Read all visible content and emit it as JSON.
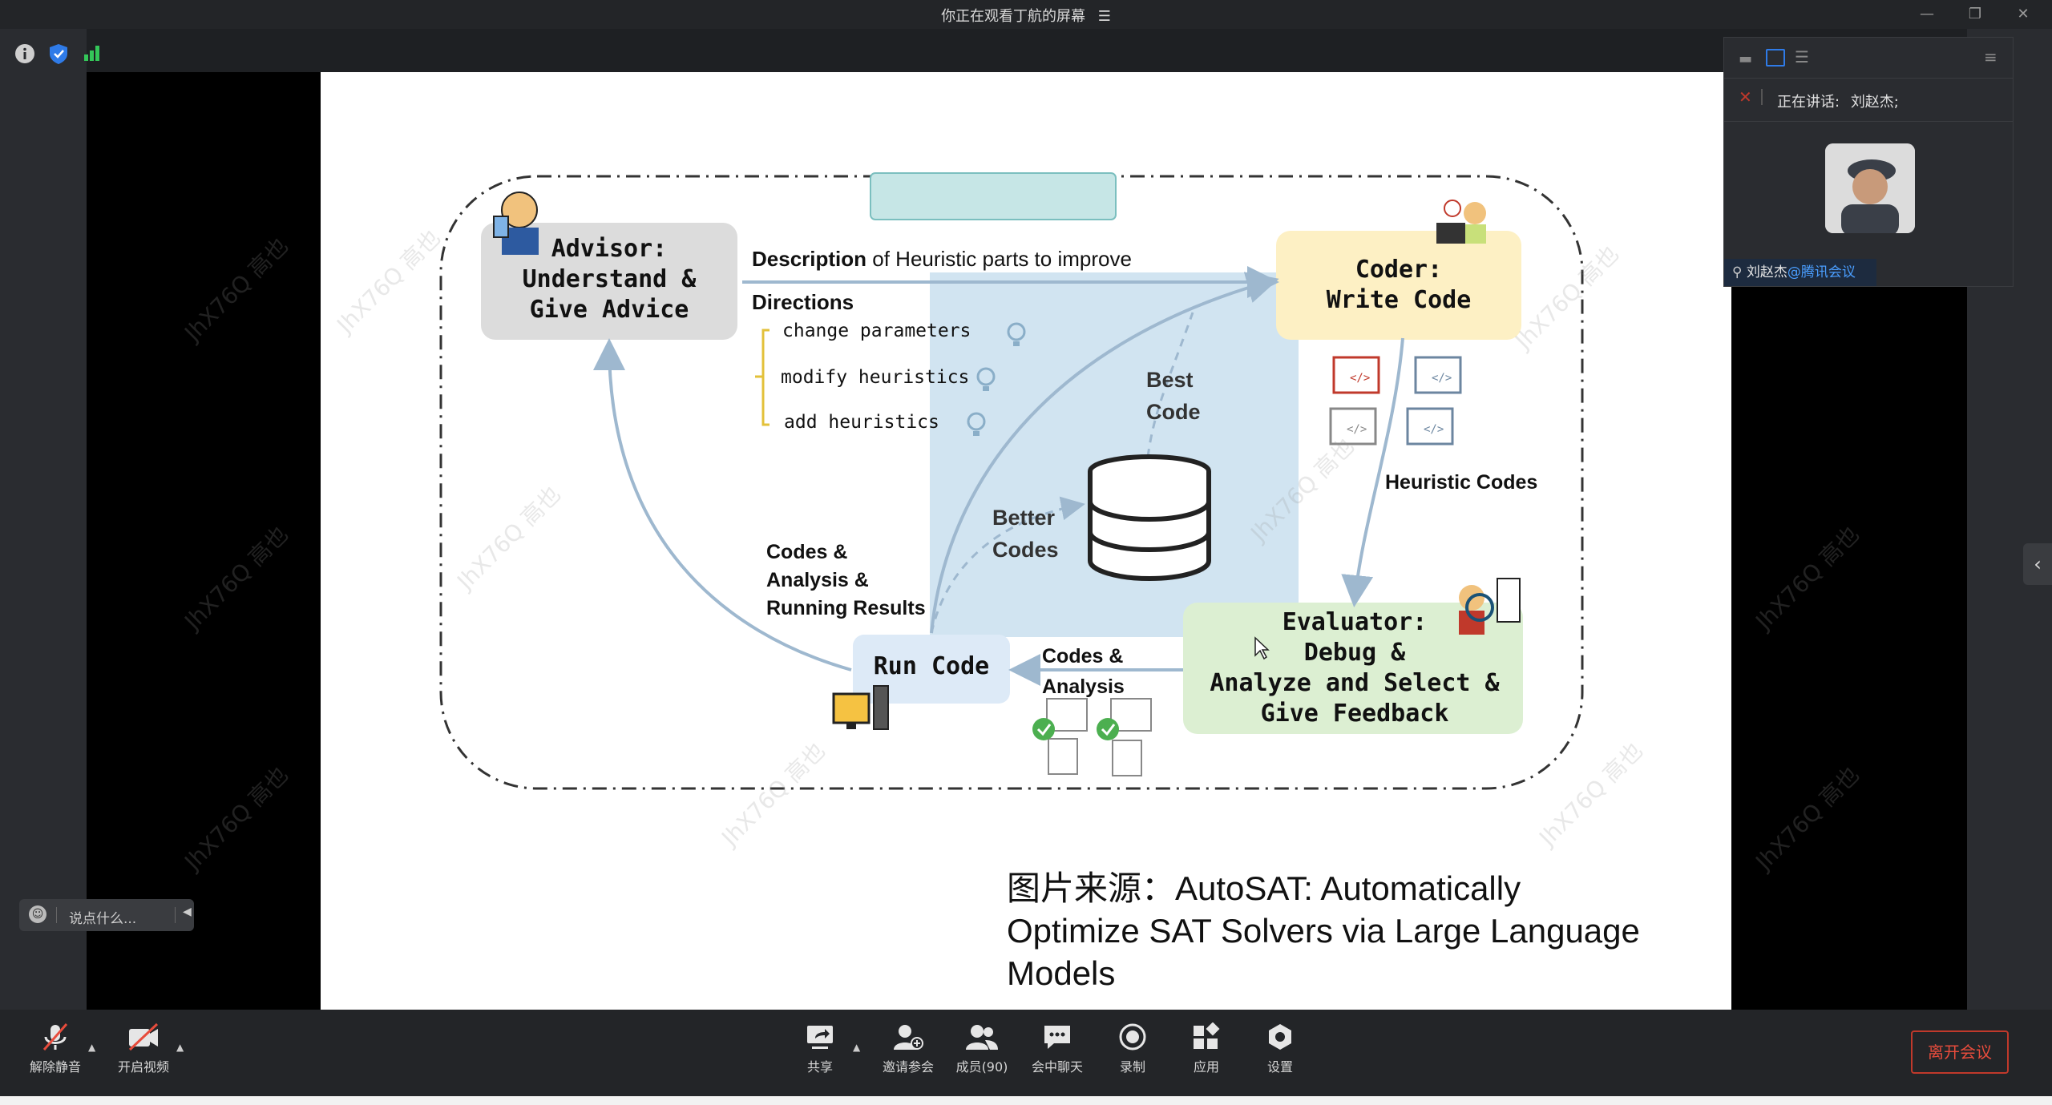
{
  "window": {
    "title": "你正在观看丁航的屏幕",
    "title_menu_icon": "menu-icon",
    "controls": [
      "minimize-icon",
      "restore-icon",
      "close-icon"
    ]
  },
  "top_status_icons": [
    "info-icon",
    "shield-icon",
    "signal-icon"
  ],
  "speaker_panel": {
    "tabs": [
      "strip-view-icon",
      "gallery-view-icon",
      "list-view-icon"
    ],
    "speaking_label": "正在讲话:",
    "speaking_name": "刘赵杰;",
    "participant_name": "刘赵杰",
    "participant_org": "@腾讯会议"
  },
  "chat_input": {
    "placeholder": "说点什么..."
  },
  "diagram": {
    "advisor": [
      "Advisor:",
      "Understand &",
      "Give Advice"
    ],
    "coder": [
      "Coder:",
      "Write Code"
    ],
    "evaluator": [
      "Evaluator:",
      "Debug &",
      "Analyze and Select &",
      "Give Feedback"
    ],
    "run_code": "Run Code",
    "description_bold": "Description",
    "description_rest": " of Heuristic parts to improve",
    "directions": "Directions",
    "direction_items": [
      "change parameters",
      "modify heuristics",
      "add heuristics"
    ],
    "best_code": [
      "Best",
      "Code"
    ],
    "better_codes": [
      "Better",
      "Codes"
    ],
    "heuristic_codes": "Heuristic Codes",
    "codes_analysis_results": [
      "Codes &",
      "Analysis &",
      "Running Results"
    ],
    "codes_analysis": [
      "Codes &",
      "Analysis"
    ]
  },
  "source_note": [
    "图片来源：AutoSAT: Automatically",
    "Optimize SAT Solvers via Large Language",
    "Models"
  ],
  "watermark_text": "JhX76Q 高也",
  "toolbar": {
    "unmute": "解除静音",
    "start_video": "开启视频",
    "share": "共享",
    "invite": "邀请参会",
    "members": "成员(90)",
    "chat": "会中聊天",
    "record": "录制",
    "apps": "应用",
    "settings": "设置",
    "leave": "离开会议"
  },
  "colors": {
    "advisor_box": "#dcdcdc",
    "coder_box": "#fdf0c4",
    "evaluator_box": "#dcefd2",
    "run_code_box": "#ddeaf7",
    "center_panel": "#c9dfee",
    "teal_tab": "#c6e6e6",
    "leave_red": "#e74c3c"
  }
}
